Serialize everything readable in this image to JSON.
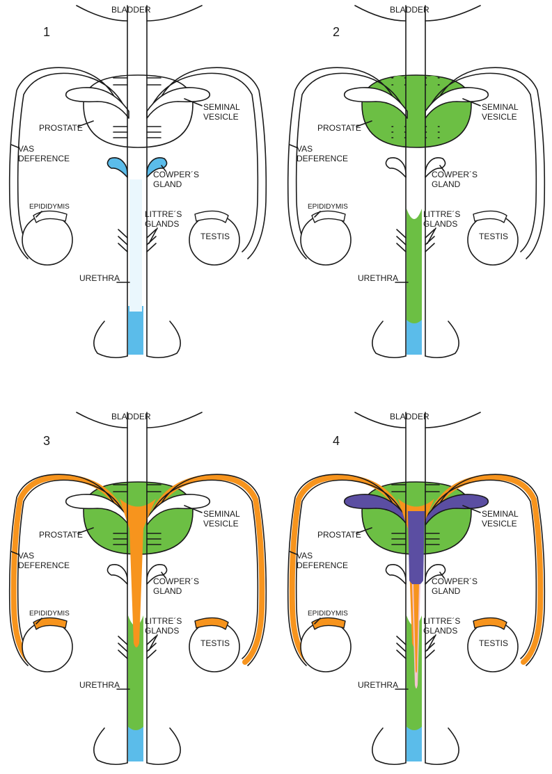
{
  "colors": {
    "outline": "#1a1a1a",
    "cowpers_blue": "#5bbcea",
    "prostate_green": "#6cbf44",
    "testis_orange": "#f7941d",
    "vesicle_purple": "#5b4ea2",
    "littre_pink": "#f2c4cf"
  },
  "panels": [
    {
      "number": "1",
      "fills": {
        "cowpers": true,
        "prostate": false,
        "vas": false,
        "vesicle": false
      },
      "labels": {
        "bladder": "BLADDER",
        "seminal_vesicle": "SEMINAL\nVESICLE",
        "prostate": "PROSTATE",
        "vas_deference": "VAS\nDEFERENCE",
        "cowpers_gland": "COWPER´S\nGLAND",
        "epididymis": "EPIDIDYMIS",
        "littres_glands": "LITTRE´S\nGLANDS",
        "testis": "TESTIS",
        "urethra": "URETHRA"
      }
    },
    {
      "number": "2",
      "fills": {
        "cowpers": true,
        "prostate": true,
        "vas": false,
        "vesicle": false
      },
      "labels": {
        "bladder": "BLADDER",
        "seminal_vesicle": "SEMINAL\nVESICLE",
        "prostate": "PROSTATE",
        "vas_deference": "VAS\nDEFERENCE",
        "cowpers_gland": "COWPER´S\nGLAND",
        "epididymis": "EPIDIDYMIS",
        "littres_glands": "LITTRE´S\nGLANDS",
        "testis": "TESTIS",
        "urethra": "URETHRA"
      }
    },
    {
      "number": "3",
      "fills": {
        "cowpers": true,
        "prostate": true,
        "vas": true,
        "vesicle": false
      },
      "labels": {
        "bladder": "BLADDER",
        "seminal_vesicle": "SEMINAL\nVESICLE",
        "prostate": "PROSTATE",
        "vas_deference": "VAS\nDEFERENCE",
        "cowpers_gland": "COWPER´S\nGLAND",
        "epididymis": "EPIDIDYMIS",
        "littres_glands": "LITTRE´S\nGLANDS",
        "testis": "TESTIS",
        "urethra": "URETHRA"
      }
    },
    {
      "number": "4",
      "fills": {
        "cowpers": true,
        "prostate": true,
        "vas": true,
        "vesicle": true
      },
      "labels": {
        "bladder": "BLADDER",
        "seminal_vesicle": "SEMINAL\nVESICLE",
        "prostate": "PROSTATE",
        "vas_deference": "VAS\nDEFERENCE",
        "cowpers_gland": "COWPER´S\nGLAND",
        "epididymis": "EPIDIDYMIS",
        "littres_glands": "LITTRE´S\nGLANDS",
        "testis": "TESTIS",
        "urethra": "URETHRA"
      }
    }
  ]
}
